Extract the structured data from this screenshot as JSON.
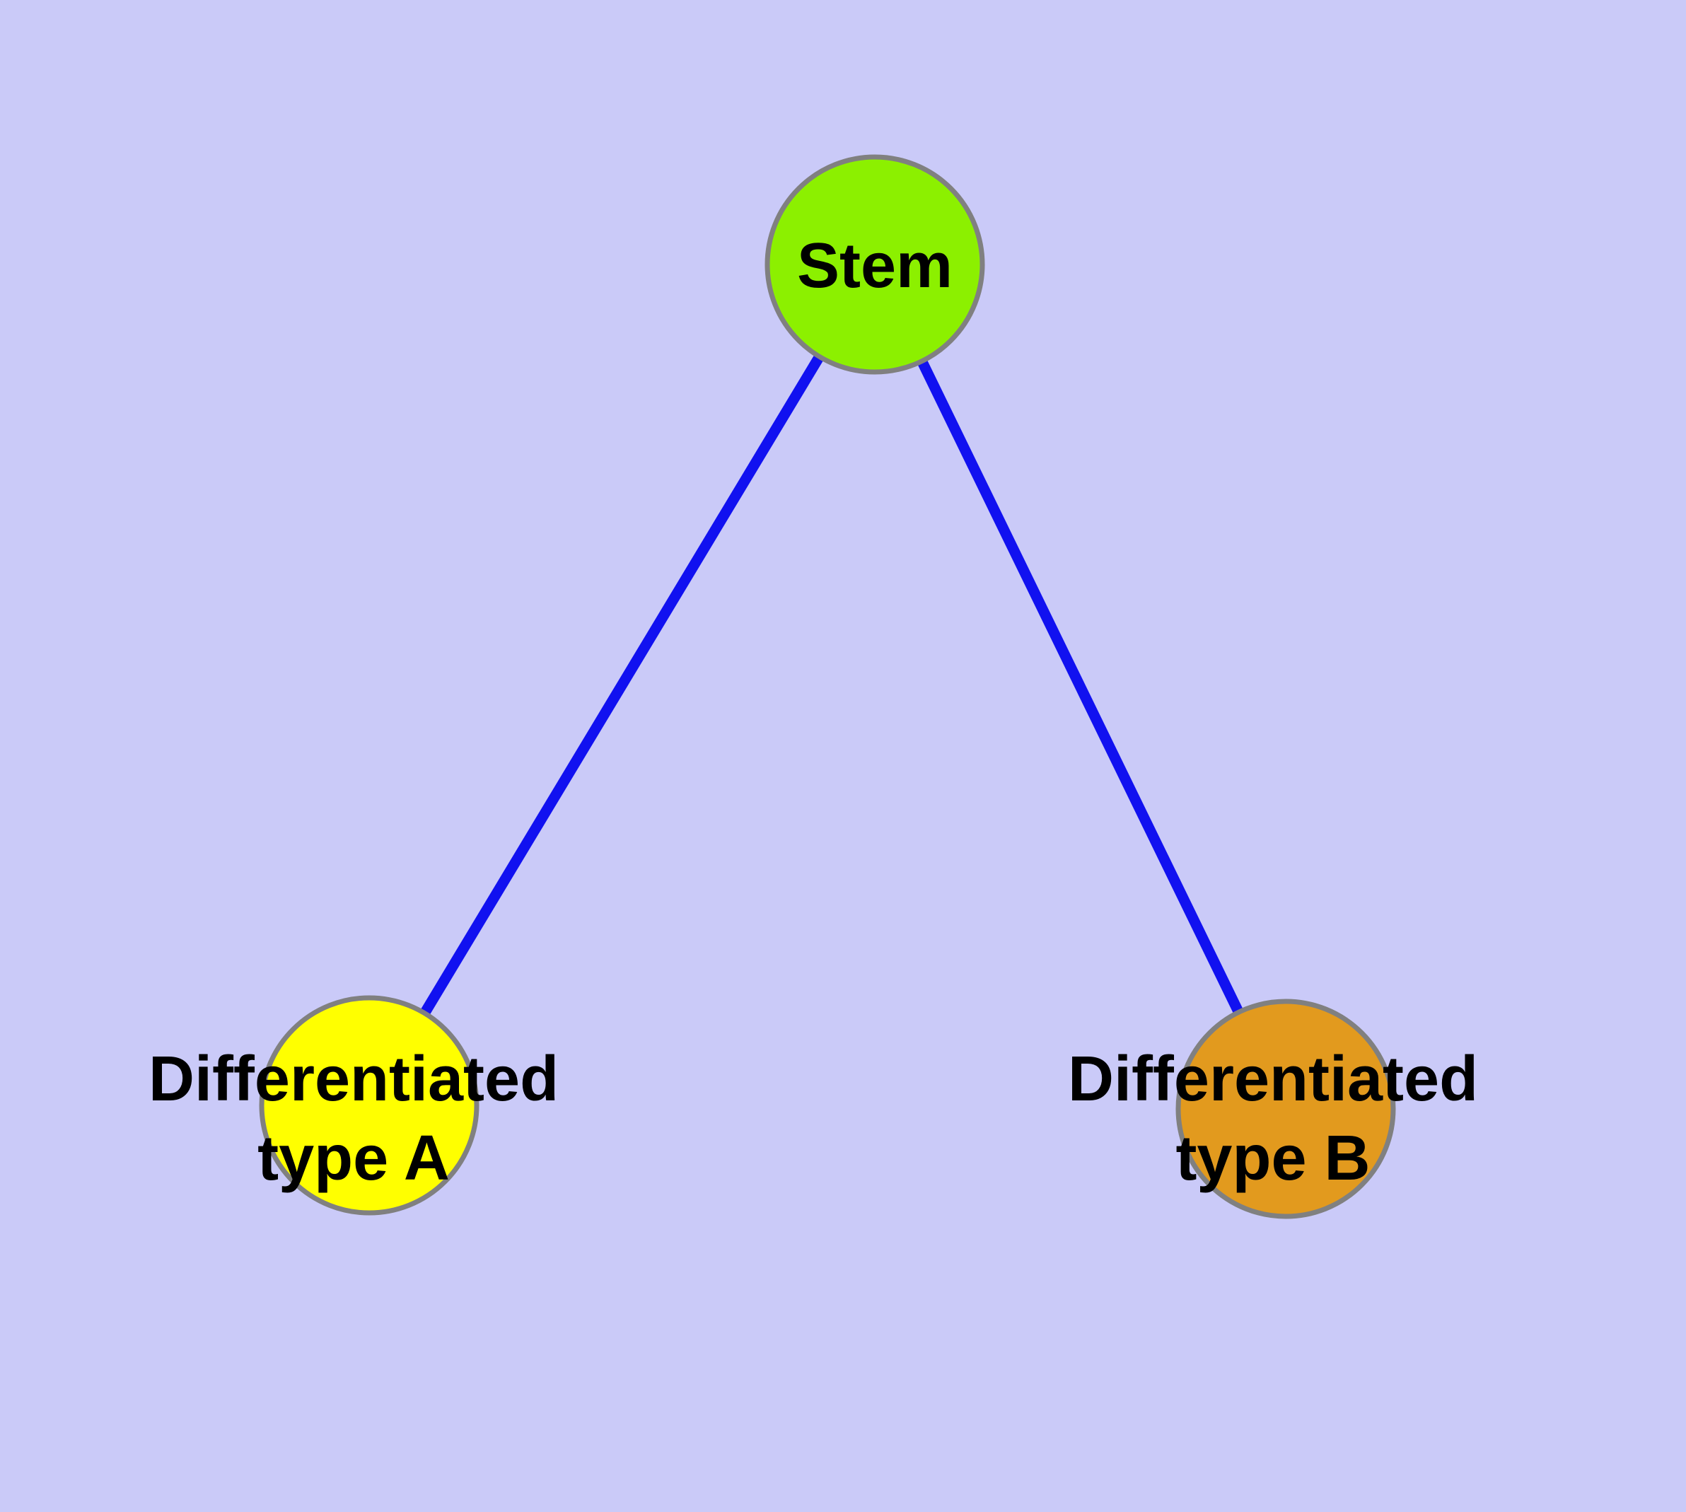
{
  "diagram": {
    "type": "graph",
    "description": "Stem cell differentiation tree: one stem node with two differentiated child types"
  },
  "colors": {
    "background": "#cacaf8",
    "edge": "#1111f0",
    "node_frame": "#808080",
    "text": "#000000"
  },
  "nodes": {
    "stem": {
      "label": "Stem",
      "fill": "#8cf000"
    },
    "type_a": {
      "label": "Differentiated type A",
      "lines": [
        "Differentiated",
        "type A"
      ],
      "fill": "#ffff00"
    },
    "type_b": {
      "label": "Differentiated type B",
      "lines": [
        "Differentiated",
        "type B"
      ],
      "fill": "#e29a1e"
    }
  },
  "edges": [
    {
      "from": "Stem",
      "to": "Differentiated type A"
    },
    {
      "from": "Stem",
      "to": "Differentiated type B"
    }
  ]
}
